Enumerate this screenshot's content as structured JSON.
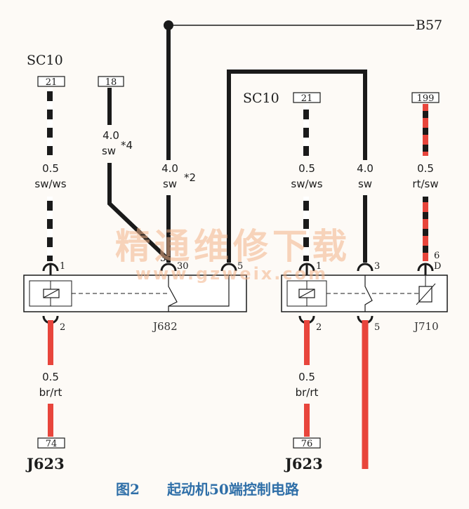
{
  "labels": {
    "b57": "B57",
    "sc10_left": "SC10",
    "sc10_right": "SC10",
    "j682": "J682",
    "j710": "J710",
    "j623_left": "J623",
    "j623_right": "J623"
  },
  "connectors": {
    "sc10_left_pin": "21",
    "pin18": "18",
    "sc10_right_pin": "21",
    "pin199": "199",
    "j623_left_pin": "74",
    "j623_right_pin": "76"
  },
  "wires": {
    "w1_size": "0.5",
    "w1_color": "sw/ws",
    "w2_size": "4.0",
    "w2_color": "sw",
    "w2_note": "*4",
    "w3_size": "4.0",
    "w3_color": "sw",
    "w3_note": "*2",
    "w4_size": "0.5",
    "w4_color": "sw/ws",
    "w5_size": "4.0",
    "w5_color": "sw",
    "w6_size": "0.5",
    "w6_color": "rt/sw",
    "w7_size": "0.5",
    "w7_color": "br/rt",
    "w8_size": "0.5",
    "w8_color": "br/rt"
  },
  "pins": {
    "j682_p1": "1",
    "j682_p3": "3",
    "j682_p30": "30",
    "j682_p5": "5",
    "j682_p2": "2",
    "j710_p1": "1",
    "j710_p3": "3",
    "j710_p6": "6",
    "j710_pD": "D",
    "j710_p2": "2",
    "j710_p5": "5"
  },
  "watermark": {
    "main": "精通维修下载",
    "url": "www.gzweix.com"
  },
  "caption": {
    "fig": "图2",
    "title": "起动机50端控制电路"
  },
  "colors": {
    "wire_black": "#1a1a1a",
    "wire_red": "#e8453c",
    "caption_blue": "#2f6fa8",
    "watermark_orange": "#f3b48a"
  }
}
